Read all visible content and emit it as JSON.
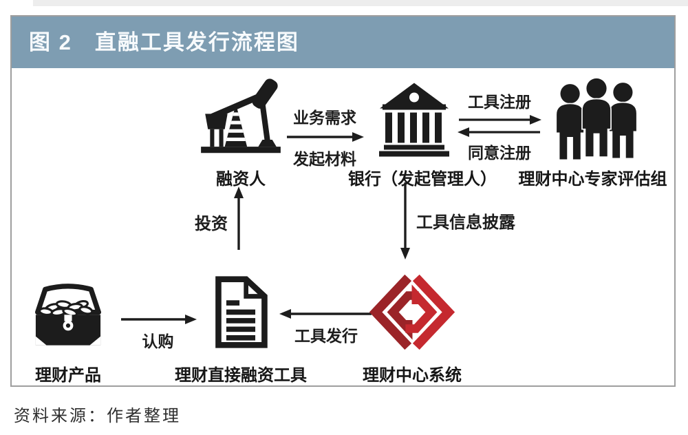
{
  "figure": {
    "header": "图 2　直融工具发行流程图",
    "source": "资料来源：作者整理"
  },
  "nodes": {
    "financier": "融资人",
    "bank": "银行（发起管理人）",
    "experts": "理财中心专家评估组",
    "product": "理财产品",
    "instrument": "理财直接融资工具",
    "center_system": "理财中心系统"
  },
  "edges": {
    "business_demand": "业务需求",
    "initiate_materials": "发起材料",
    "tool_register": "工具注册",
    "agree_register": "同意注册",
    "invest": "投资",
    "info_disclosure": "工具信息披露",
    "subscribe": "认购",
    "tool_issue": "工具发行"
  },
  "icons": {
    "financier": "pumpjack-icon",
    "bank": "bank-building-icon",
    "experts": "people-group-icon",
    "product": "treasure-chest-icon",
    "instrument": "document-icon",
    "center_system": "wealth-center-logo-icon"
  },
  "colors": {
    "header_bg": "#7e9db2",
    "icon_black": "#1c1c1c",
    "logo_dark_red": "#9b2428",
    "logo_bright_red": "#c5292f",
    "box_border": "#9e9e9e"
  }
}
